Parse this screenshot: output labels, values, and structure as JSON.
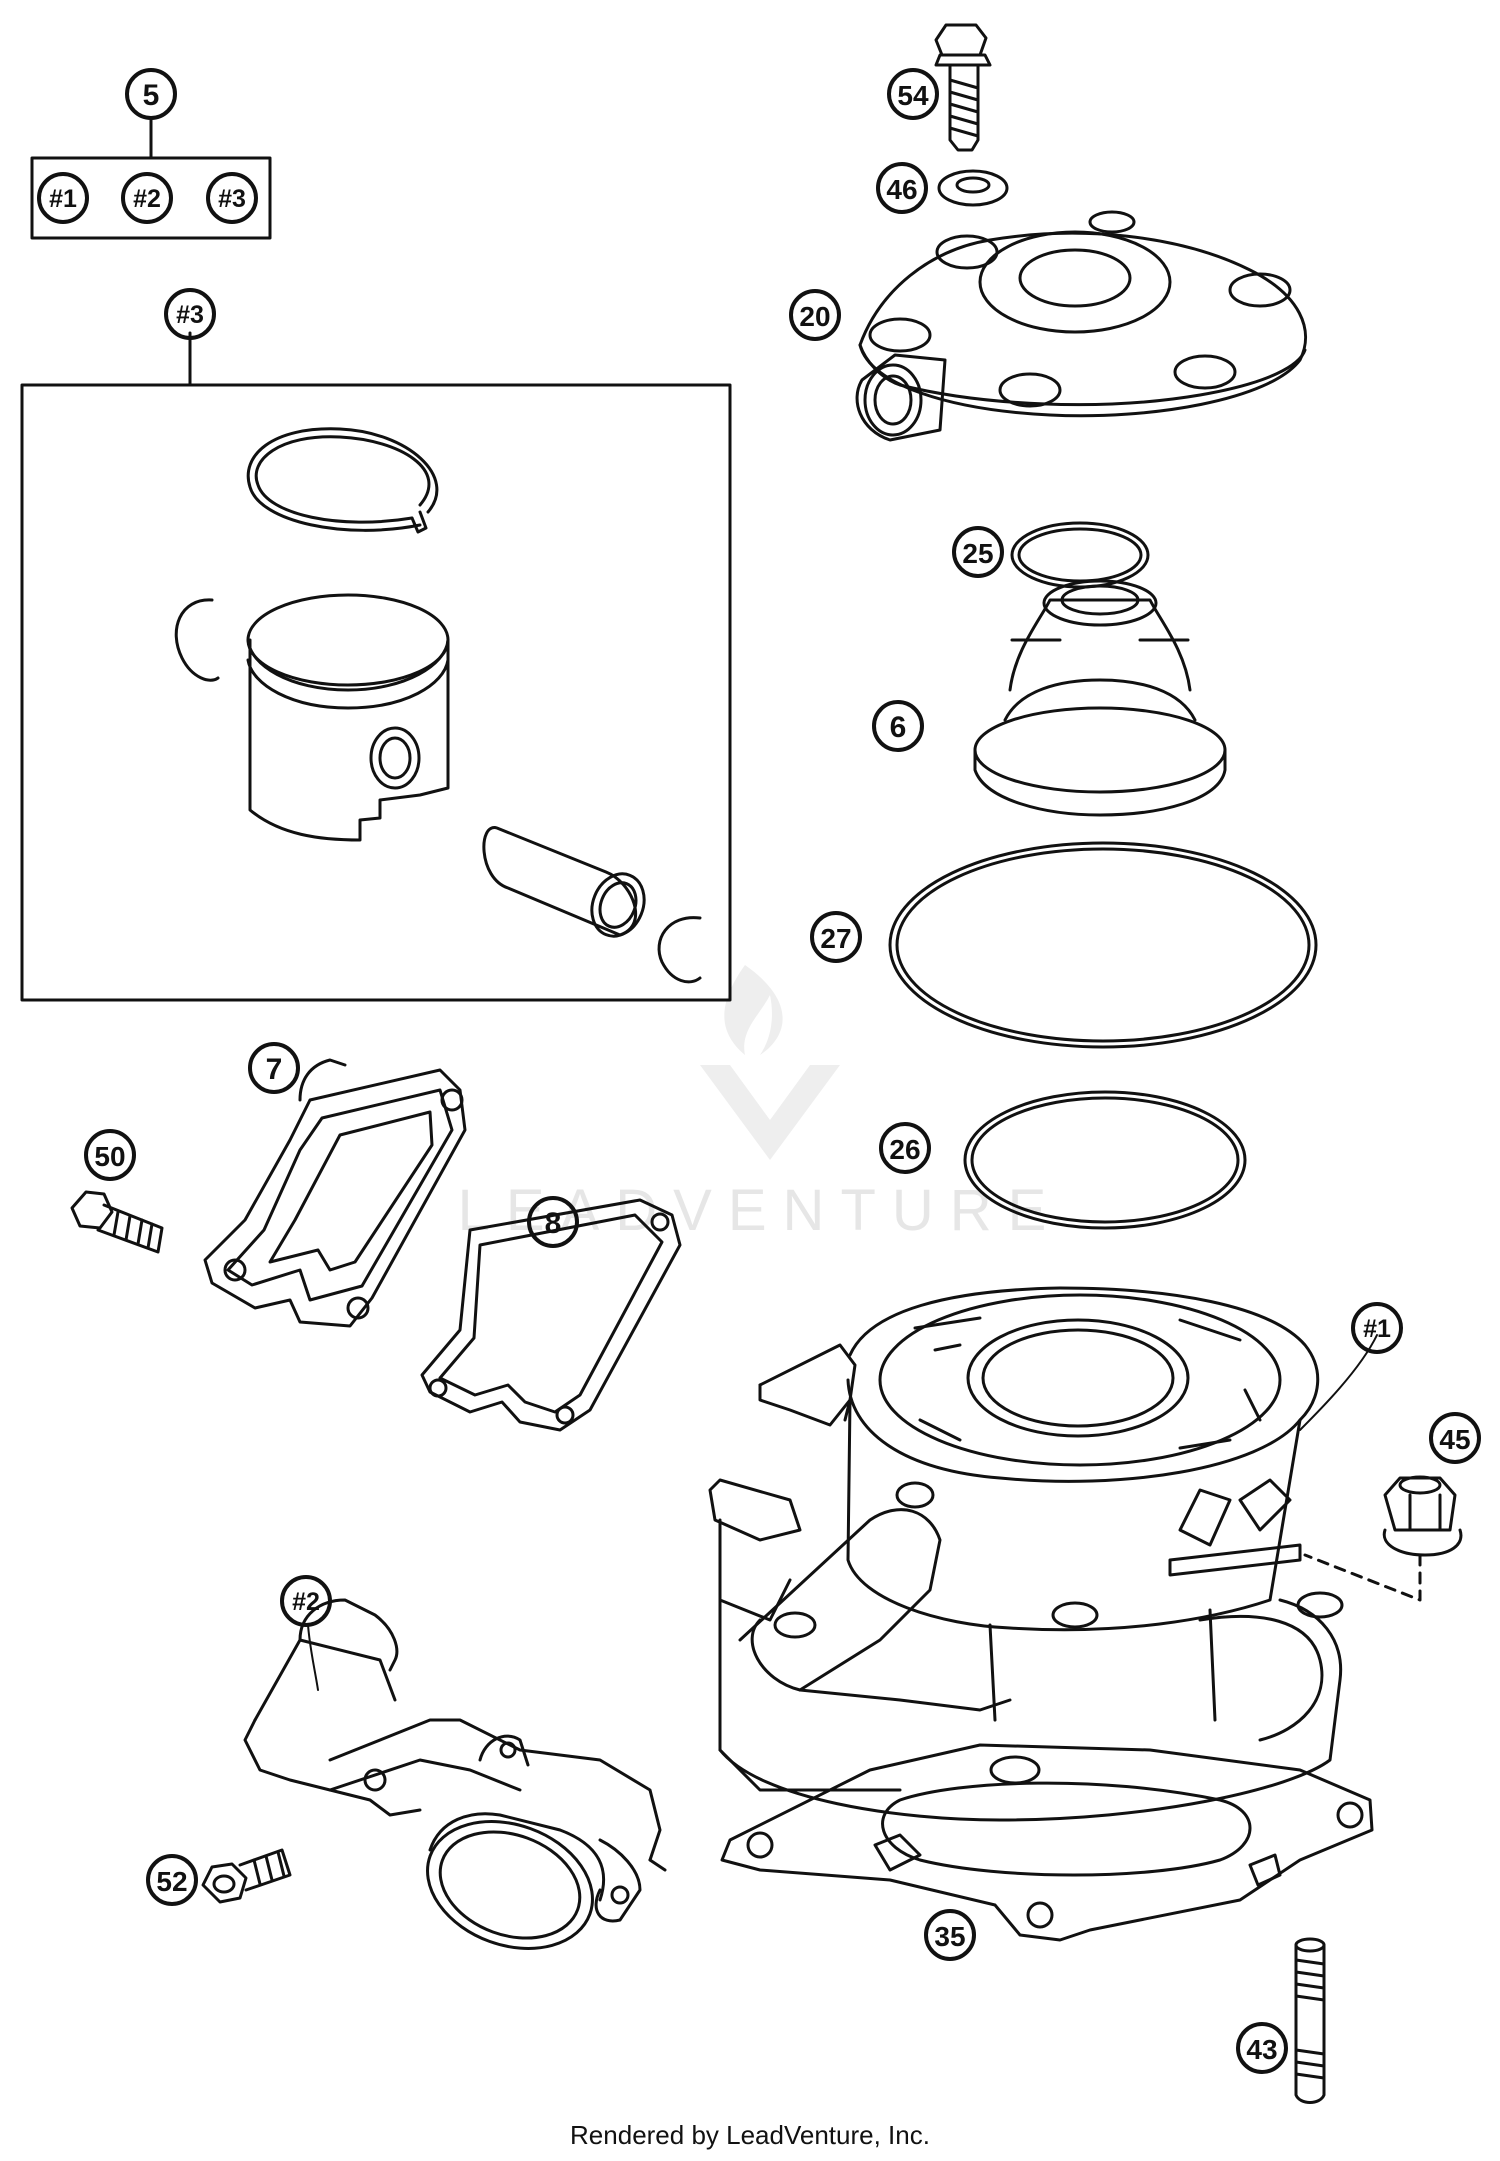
{
  "callouts": [
    {
      "label": "5"
    },
    {
      "label": "#1"
    },
    {
      "label": "#2"
    },
    {
      "label": "#3"
    },
    {
      "label": "#3"
    },
    {
      "label": "54"
    },
    {
      "label": "46"
    },
    {
      "label": "20"
    },
    {
      "label": "25"
    },
    {
      "label": "6"
    },
    {
      "label": "27"
    },
    {
      "label": "7"
    },
    {
      "label": "50"
    },
    {
      "label": "8"
    },
    {
      "label": "26"
    },
    {
      "label": "#1"
    },
    {
      "label": "45"
    },
    {
      "label": "#2"
    },
    {
      "label": "52"
    },
    {
      "label": "35"
    },
    {
      "label": "43"
    }
  ],
  "watermark": {
    "text": "LEADVENTURE"
  },
  "footer": {
    "text": "Rendered by LeadVenture, Inc."
  },
  "colors": {
    "line": "#111111",
    "watermark": "#e6e6e6"
  }
}
